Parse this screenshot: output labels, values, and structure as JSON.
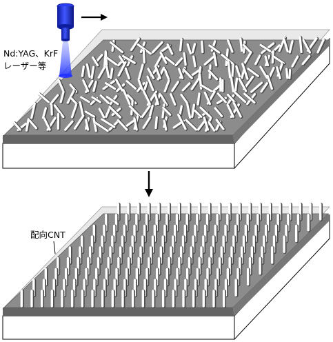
{
  "labels": {
    "laser_source": "Nd:YAG、KrF",
    "laser_source_line2": "レーザー等",
    "aligned_cnt": "配向CNT"
  },
  "colors": {
    "substrate_face": "#ffffff",
    "substrate_edge": "#000000",
    "glass_top": "#e6e6e6",
    "cnt_layer": "#8a8a8a",
    "cnt_layer_dark": "#5f5f5f",
    "nanotube": "#ffffff",
    "laser_body": "#1e2fd6",
    "laser_beam": "#3b4cff",
    "arrow": "#000000"
  },
  "icons": {
    "laser": "laser-head-icon",
    "scan_arrow": "arrow-right-icon",
    "process_arrow": "arrow-down-icon"
  }
}
